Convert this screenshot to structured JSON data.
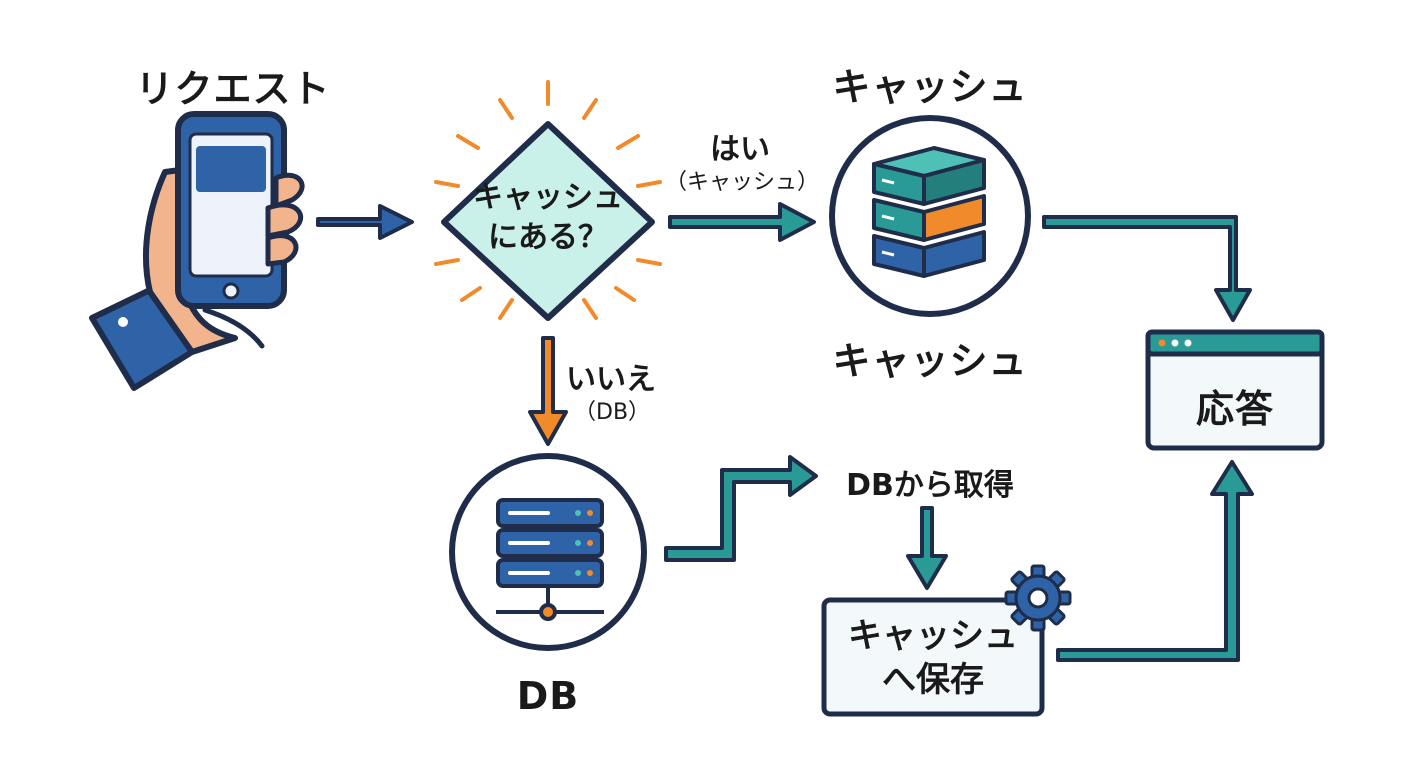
{
  "nodes": {
    "request": {
      "title": "リクエスト"
    },
    "decision": {
      "line1": "キャッシュ",
      "line2": "にある？"
    },
    "cache": {
      "title": "キャッシュ",
      "caption": "キャッシュ"
    },
    "db": {
      "caption": "DB"
    },
    "response": {
      "label": "応答"
    },
    "fetch": {
      "label": "DBから取得"
    },
    "save": {
      "line1": "キャッシュ",
      "line2": "へ保存"
    }
  },
  "edges": {
    "yes": {
      "label": "はい",
      "sub": "（キャッシュ）"
    },
    "no": {
      "label": "いいえ",
      "sub": "（DB）"
    }
  },
  "colors": {
    "navy": "#1f2d4a",
    "blue": "#2f63a8",
    "teal": "#2a9a96",
    "orange": "#f08a2a",
    "mint": "#c9f1ea",
    "skin": "#f2b48c"
  }
}
